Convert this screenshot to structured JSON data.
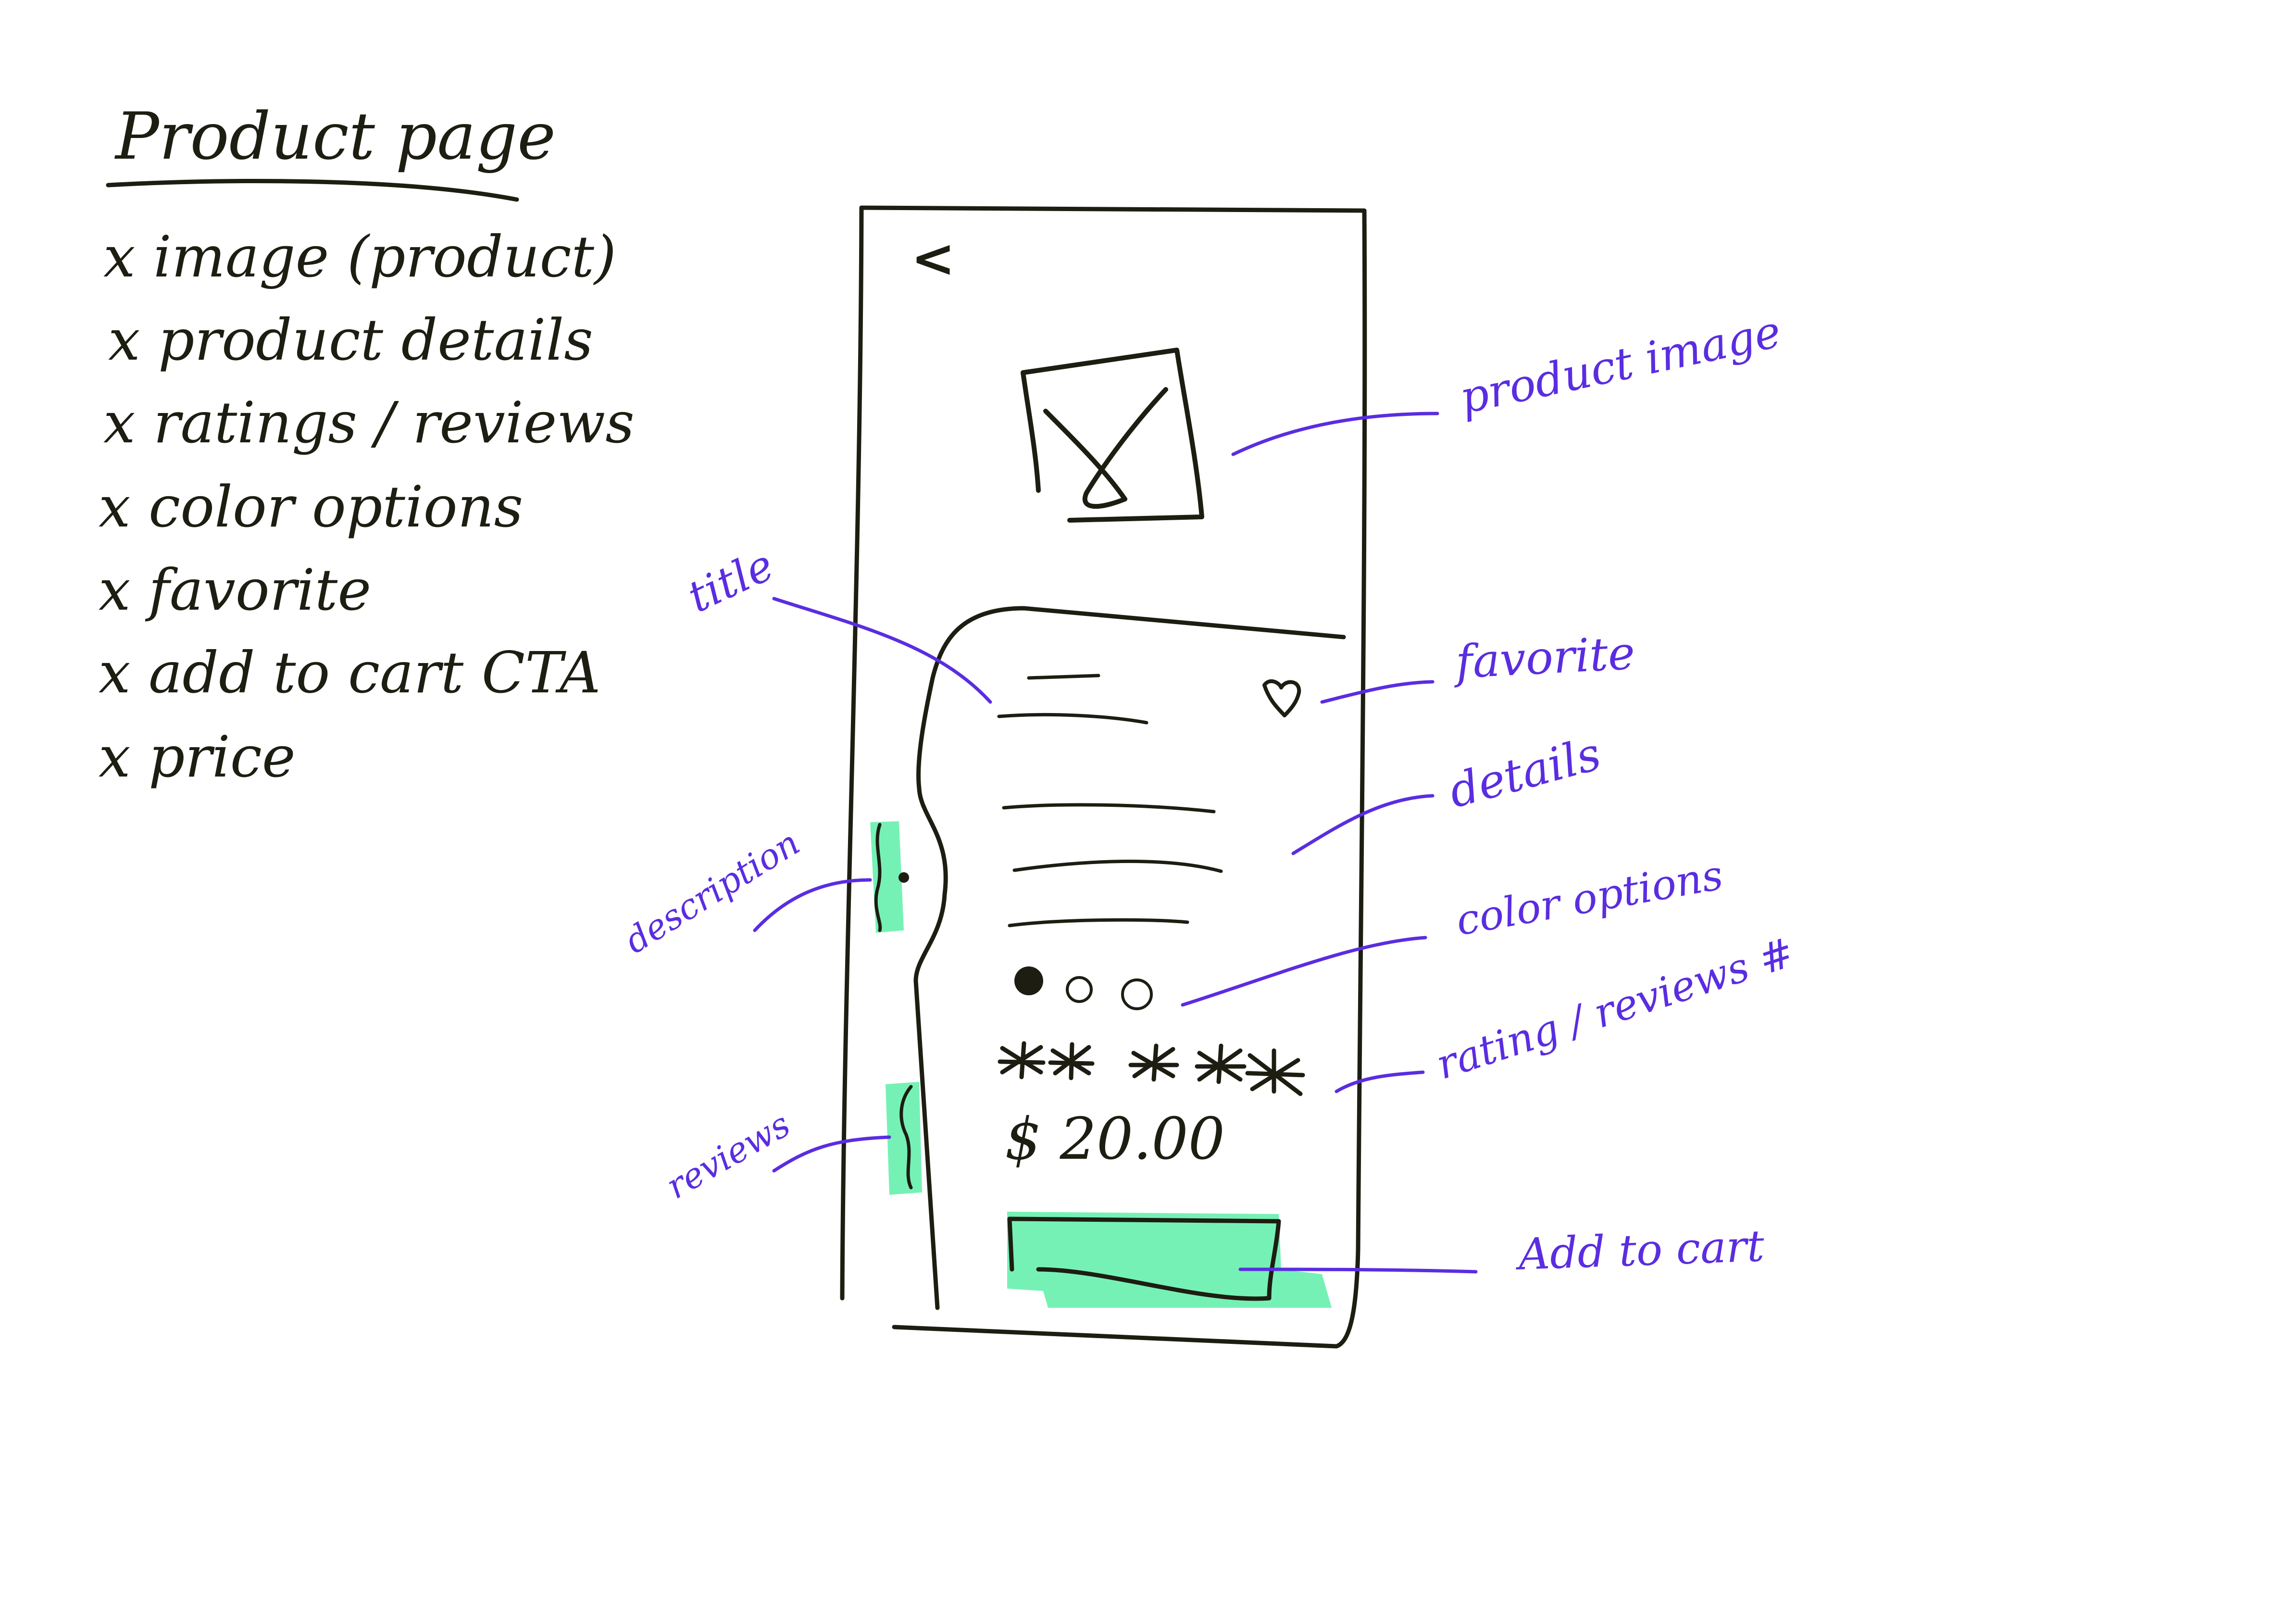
{
  "checklist": {
    "title": "Product page",
    "items": [
      "x image (product)",
      "x product details",
      "x ratings / reviews",
      "x color options",
      "x favorite",
      "x add to cart CTA",
      "x price"
    ]
  },
  "phone": {
    "back_glyph": "<",
    "price": "$ 20.00",
    "color_options": [
      "filled",
      "empty",
      "empty"
    ],
    "rating_stars": 5
  },
  "annotations": {
    "product_image": "product image",
    "title": "title",
    "favorite": "favorite",
    "details": "details",
    "description": "description",
    "color_options": "color options",
    "rating_reviews": "rating / reviews #",
    "reviews": "reviews",
    "add_to_cart": "Add to cart"
  },
  "colors": {
    "ink": "#1d1d12",
    "annotation": "#5a2de0",
    "highlight": "#67f0ad"
  }
}
